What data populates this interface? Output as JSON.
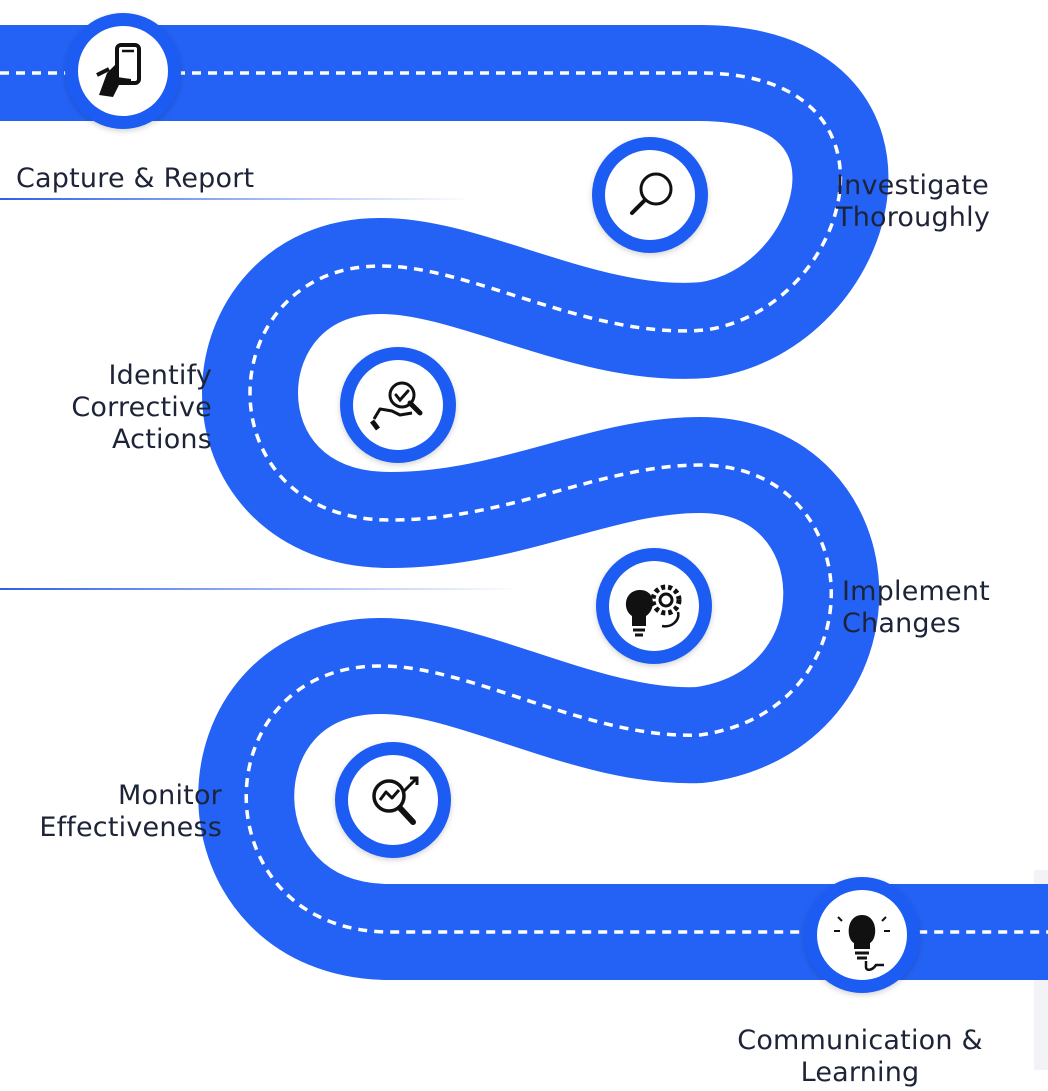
{
  "colors": {
    "road": "#2462F5",
    "road_ring": "#1F5CF2",
    "dash": "#ffffff",
    "node_fill": "#ffffff",
    "text": "#1e2438",
    "icon": "#111111",
    "divider": "#3b6ef5"
  },
  "steps": [
    {
      "lines": [
        "Capture & Report"
      ],
      "icon": "smartphone-hand-icon"
    },
    {
      "lines": [
        "Investigate",
        "Thoroughly"
      ],
      "icon": "magnifier-icon"
    },
    {
      "lines": [
        "Identify",
        "Corrective",
        "Actions"
      ],
      "icon": "hand-search-check-icon"
    },
    {
      "lines": [
        "Implement",
        "Changes"
      ],
      "icon": "bulb-gear-icon"
    },
    {
      "lines": [
        "Monitor",
        "Effectiveness"
      ],
      "icon": "chart-magnifier-icon"
    },
    {
      "lines": [
        "Communication &",
        "Learning"
      ],
      "icon": "brain-bulb-plug-icon"
    }
  ]
}
